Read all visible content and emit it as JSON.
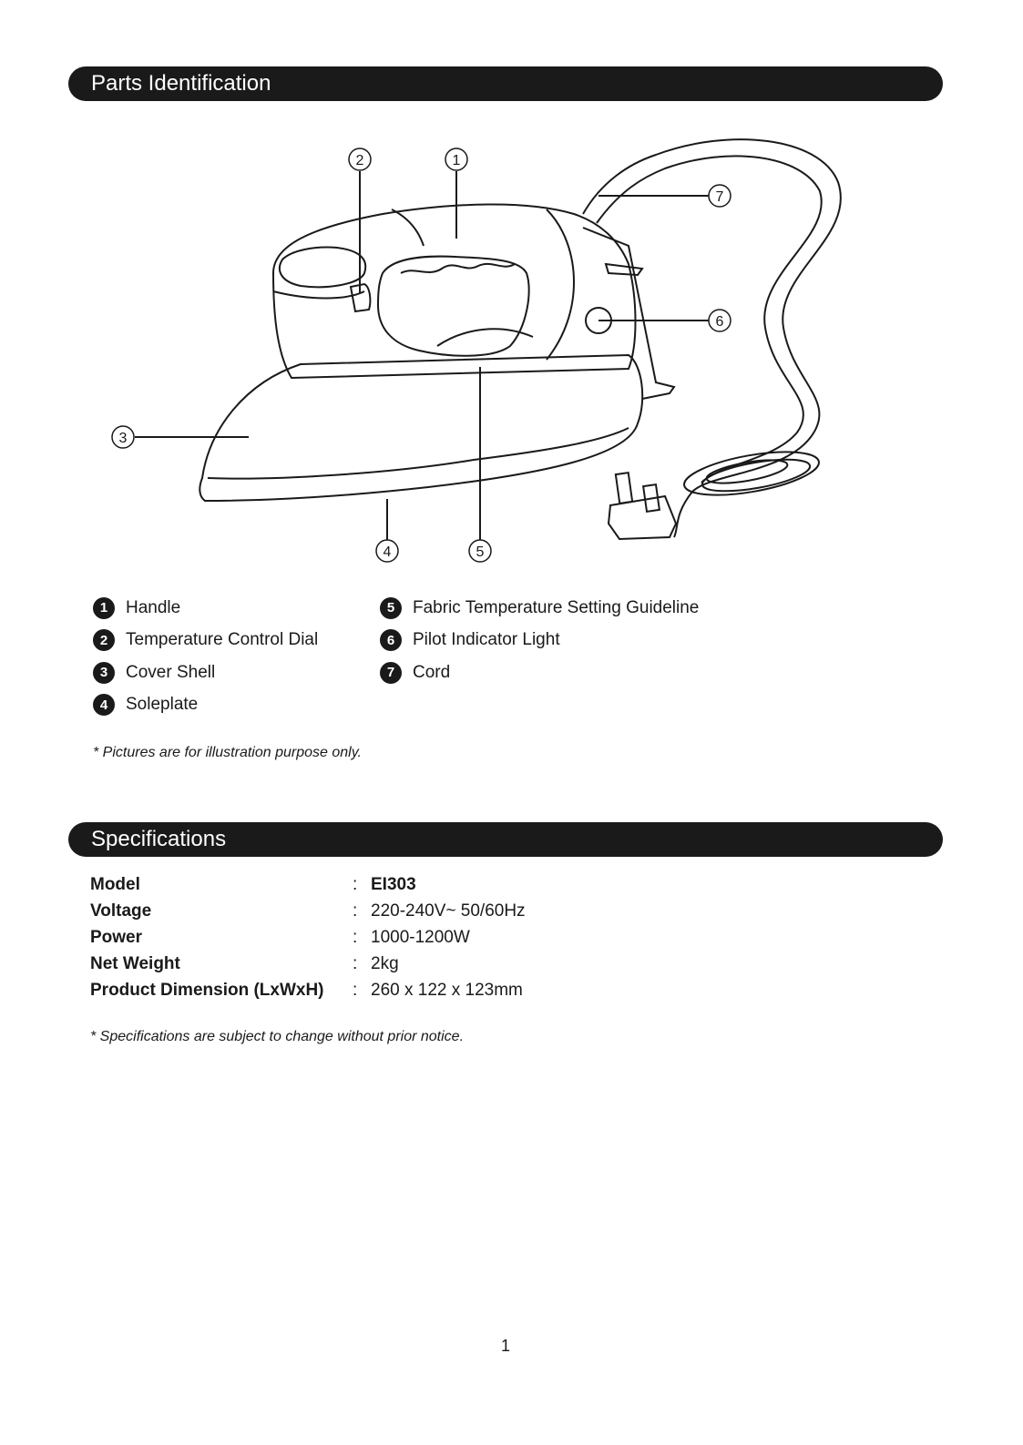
{
  "sections": {
    "parts_title": "Parts Identification",
    "specs_title": "Specifications"
  },
  "callouts": [
    "1",
    "2",
    "3",
    "4",
    "5",
    "6",
    "7"
  ],
  "parts_left": [
    {
      "num": "1",
      "label": "Handle"
    },
    {
      "num": "2",
      "label": "Temperature Control Dial"
    },
    {
      "num": "3",
      "label": "Cover Shell"
    },
    {
      "num": "4",
      "label": "Soleplate"
    }
  ],
  "parts_right": [
    {
      "num": "5",
      "label": "Fabric Temperature Setting Guideline"
    },
    {
      "num": "6",
      "label": "Pilot Indicator Light"
    },
    {
      "num": "7",
      "label": "Cord"
    }
  ],
  "notes": {
    "pictures": "* Pictures are for illustration purpose only.",
    "specs": "* Specifications are subject to change without prior notice."
  },
  "specs": [
    {
      "label": "Model",
      "colon": ":",
      "value": "EI303"
    },
    {
      "label": "Voltage",
      "colon": ":",
      "value": "220-240V~ 50/60Hz"
    },
    {
      "label": "Power",
      "colon": ":",
      "value": "1000-1200W"
    },
    {
      "label": "Net Weight",
      "colon": ":",
      "value": "2kg"
    },
    {
      "label": "Product Dimension (LxWxH)",
      "colon": ":",
      "value": "260 x 122 x 123mm"
    }
  ],
  "page_number": "1"
}
